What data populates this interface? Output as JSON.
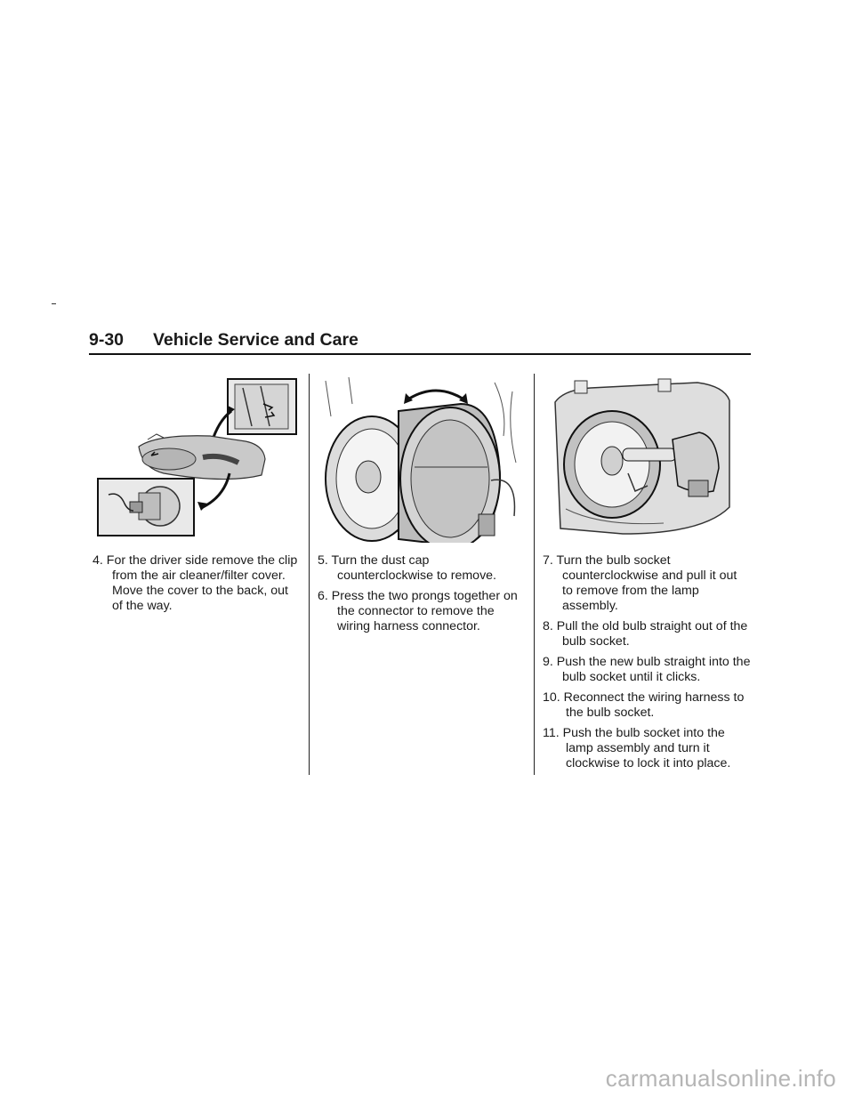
{
  "header": {
    "page_number": "9-30",
    "section_title": "Vehicle Service and Care"
  },
  "figures": [
    {
      "name": "air-cleaner-cover-illustration"
    },
    {
      "name": "dust-cap-illustration"
    },
    {
      "name": "bulb-socket-illustration"
    }
  ],
  "columns": [
    {
      "steps": [
        {
          "label": "4. For the driver side remove the clip from the air cleaner/filter cover. Move the cover to the back, out of the way."
        }
      ]
    },
    {
      "steps": [
        {
          "label": "5. Turn the dust cap counterclockwise to remove."
        },
        {
          "label": "6. Press the two prongs together on the connector to remove the wiring harness connector."
        }
      ]
    },
    {
      "steps": [
        {
          "label": "7. Turn the bulb socket counterclockwise and pull it out to remove from the lamp assembly."
        },
        {
          "label": "8. Pull the old bulb straight out of the bulb socket."
        },
        {
          "label": "9. Push the new bulb straight into the bulb socket until it clicks."
        },
        {
          "label": "10. Reconnect the wiring harness to the bulb socket."
        },
        {
          "label": "11. Push the bulb socket into the lamp assembly and turn it clockwise to lock it into place."
        }
      ]
    }
  ],
  "footer": {
    "watermark": "carmanualsonline.info"
  },
  "colors": {
    "text": "#1a1a1a",
    "rule": "#111111",
    "illustration_shade": "#c9c9c9",
    "watermark": "#b5b5b5"
  }
}
